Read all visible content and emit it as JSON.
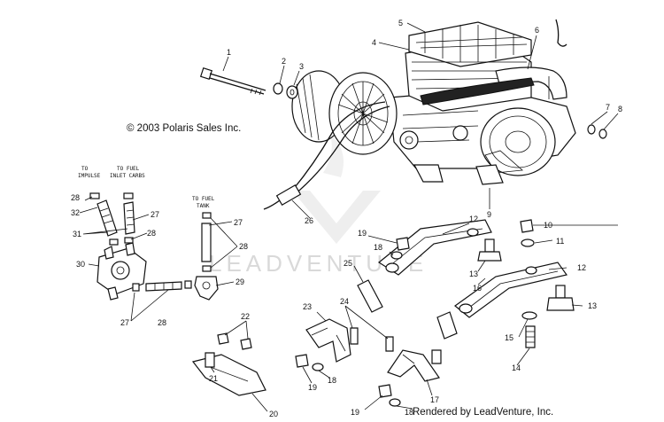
{
  "copyright": "© 2003 Polaris Sales Inc.",
  "rendered_by": "Rendered by LeadVenture, Inc.",
  "watermark": "LEADVENTURE",
  "captions": {
    "to_impulse_1": "TO",
    "to_impulse_2": "IMPULSE",
    "to_fuel_inlet_1": "TO FUEL",
    "to_fuel_inlet_2": "INLET CARBS",
    "to_fuel_tank_1": "TO FUEL",
    "to_fuel_tank_2": "TANK"
  },
  "callouts": {
    "c1": "1",
    "c2": "2",
    "c3": "3",
    "c4": "4",
    "c5": "5",
    "c6": "6",
    "c7": "7",
    "c8": "8",
    "c9": "9",
    "c10": "10",
    "c11": "11",
    "c12a": "12",
    "c12b": "12",
    "c13a": "13",
    "c13b": "13",
    "c14": "14",
    "c15": "15",
    "c16": "16",
    "c17": "17",
    "c18a": "18",
    "c18b": "18",
    "c18c": "18",
    "c19a": "19",
    "c19b": "19",
    "c19c": "19",
    "c20": "20",
    "c21": "21",
    "c22": "22",
    "c23": "23",
    "c24": "24",
    "c25": "25",
    "c26": "26",
    "c27a": "27",
    "c27b": "27",
    "c27c": "27",
    "c28a": "28",
    "c28b": "28",
    "c28c": "28",
    "c28d": "28",
    "c29": "29",
    "c30": "30",
    "c31": "31",
    "c32": "32"
  }
}
